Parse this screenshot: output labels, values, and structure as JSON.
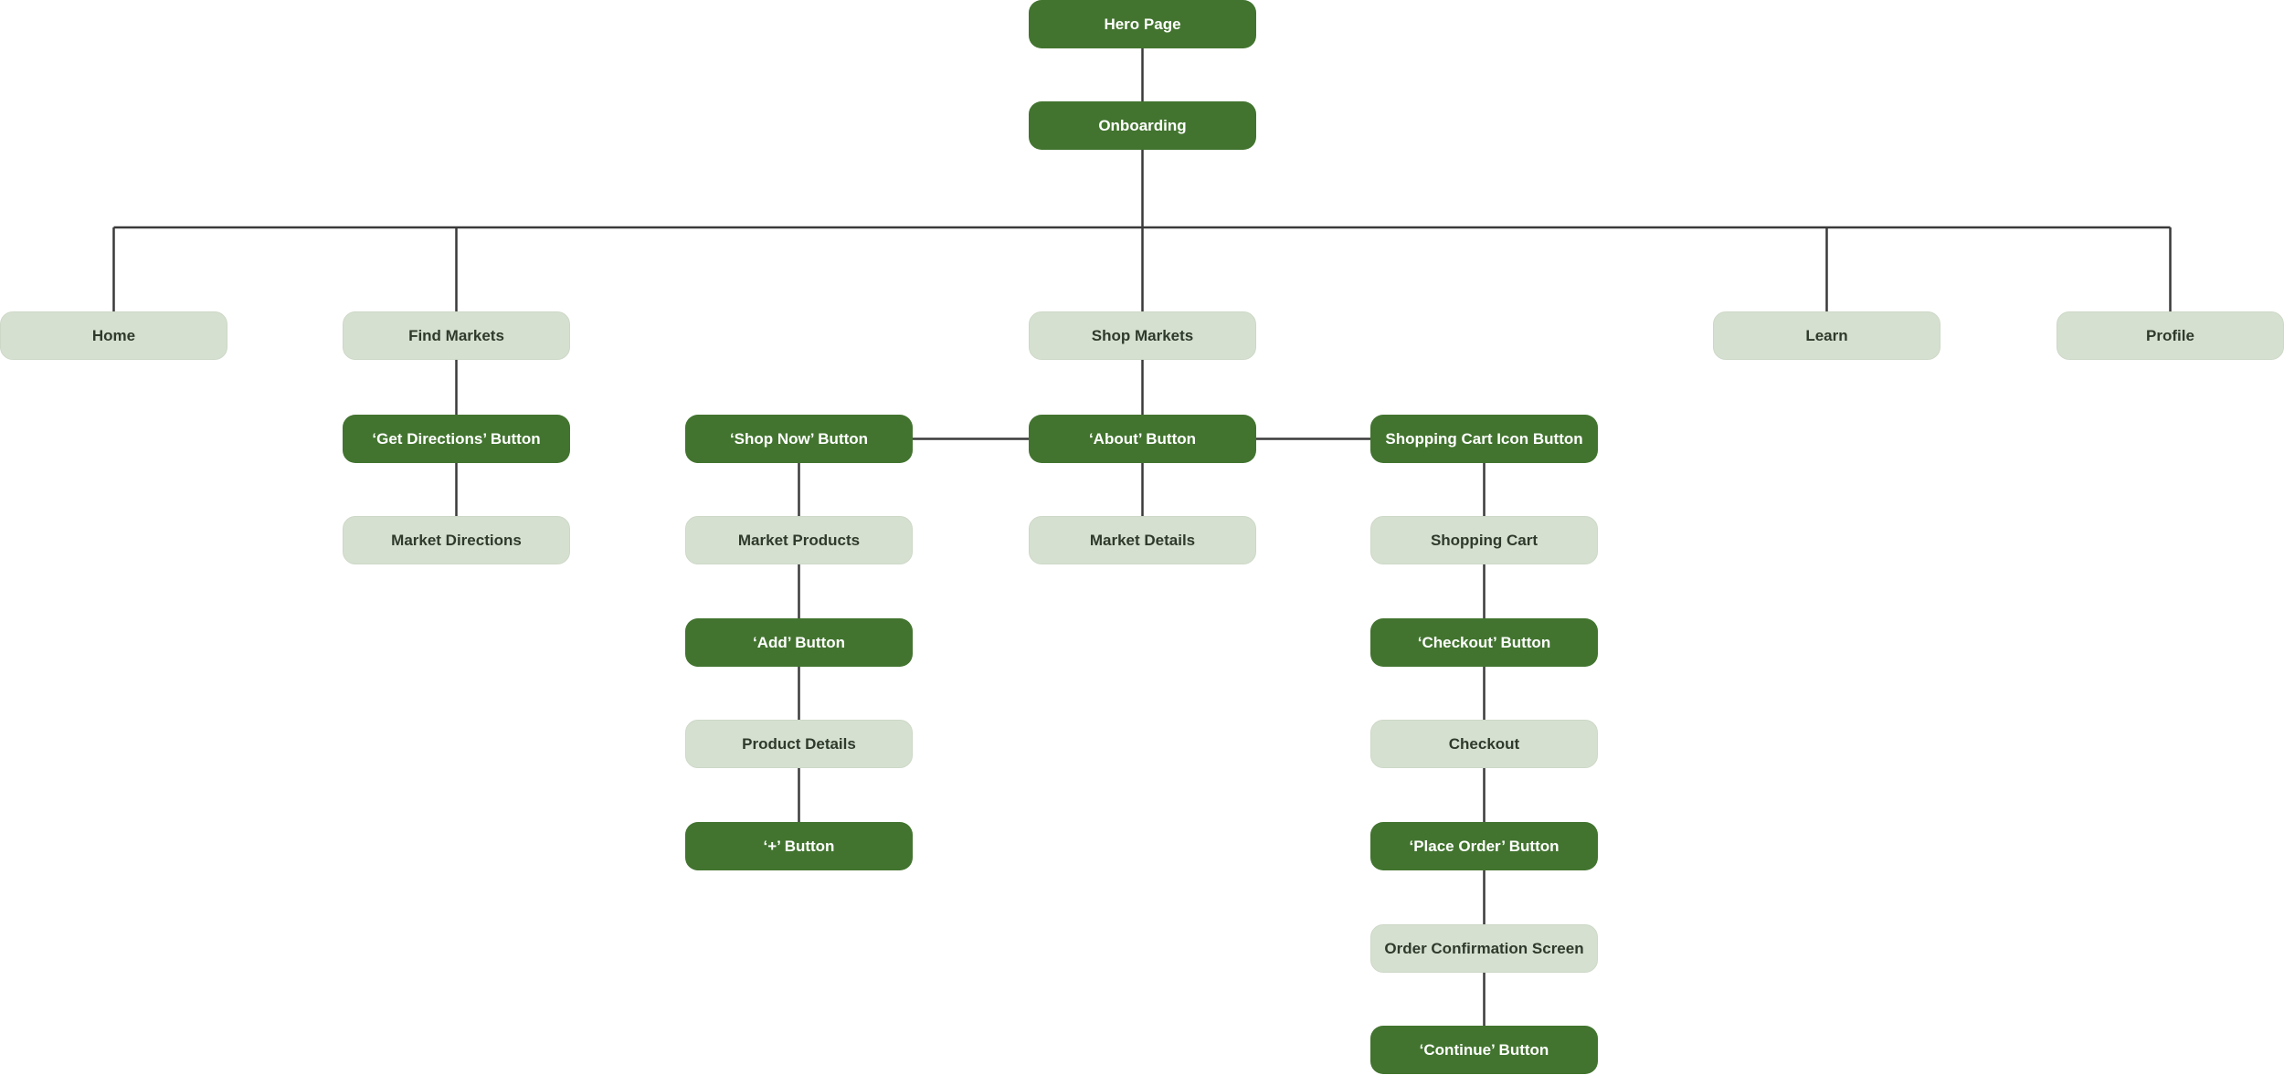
{
  "colors": {
    "action_fill": "#42742f",
    "action_text": "#ffffff",
    "screen_fill": "#d6e0d1",
    "screen_text": "#2f3a2c",
    "connector": "#3a3a3a"
  },
  "nodes": {
    "hero": {
      "label": "Hero Page",
      "kind": "action"
    },
    "onboarding": {
      "label": "Onboarding",
      "kind": "action"
    },
    "home": {
      "label": "Home",
      "kind": "screen"
    },
    "find_markets": {
      "label": "Find Markets",
      "kind": "screen"
    },
    "shop_markets": {
      "label": "Shop Markets",
      "kind": "screen"
    },
    "learn": {
      "label": "Learn",
      "kind": "screen"
    },
    "profile": {
      "label": "Profile",
      "kind": "screen"
    },
    "get_directions": {
      "label": "‘Get Directions’ Button",
      "kind": "action"
    },
    "market_directions": {
      "label": "Market Directions",
      "kind": "screen"
    },
    "shop_now": {
      "label": "‘Shop Now’ Button",
      "kind": "action"
    },
    "about": {
      "label": "‘About’ Button",
      "kind": "action"
    },
    "cart_icon": {
      "label": "Shopping Cart Icon Button",
      "kind": "action"
    },
    "market_products": {
      "label": "Market Products",
      "kind": "screen"
    },
    "market_details": {
      "label": "Market Details",
      "kind": "screen"
    },
    "shopping_cart": {
      "label": "Shopping Cart",
      "kind": "screen"
    },
    "add_button": {
      "label": "‘Add’ Button",
      "kind": "action"
    },
    "checkout_button": {
      "label": "‘Checkout’ Button",
      "kind": "action"
    },
    "product_details": {
      "label": "Product Details",
      "kind": "screen"
    },
    "checkout": {
      "label": "Checkout",
      "kind": "screen"
    },
    "plus_button": {
      "label": "‘+’ Button",
      "kind": "action"
    },
    "place_order": {
      "label": "‘Place Order’ Button",
      "kind": "action"
    },
    "order_confirmation": {
      "label": "Order Confirmation Screen",
      "kind": "screen"
    },
    "continue_button": {
      "label": "‘Continue’ Button",
      "kind": "action"
    }
  },
  "edges": [
    [
      "hero",
      "onboarding"
    ],
    [
      "onboarding",
      "home"
    ],
    [
      "onboarding",
      "find_markets"
    ],
    [
      "onboarding",
      "shop_markets"
    ],
    [
      "onboarding",
      "learn"
    ],
    [
      "onboarding",
      "profile"
    ],
    [
      "find_markets",
      "get_directions"
    ],
    [
      "get_directions",
      "market_directions"
    ],
    [
      "shop_markets",
      "about"
    ],
    [
      "about",
      "shop_now"
    ],
    [
      "about",
      "cart_icon"
    ],
    [
      "shop_now",
      "market_products"
    ],
    [
      "market_products",
      "add_button"
    ],
    [
      "add_button",
      "product_details"
    ],
    [
      "product_details",
      "plus_button"
    ],
    [
      "about",
      "market_details"
    ],
    [
      "cart_icon",
      "shopping_cart"
    ],
    [
      "shopping_cart",
      "checkout_button"
    ],
    [
      "checkout_button",
      "checkout"
    ],
    [
      "checkout",
      "place_order"
    ],
    [
      "place_order",
      "order_confirmation"
    ],
    [
      "order_confirmation",
      "continue_button"
    ]
  ]
}
